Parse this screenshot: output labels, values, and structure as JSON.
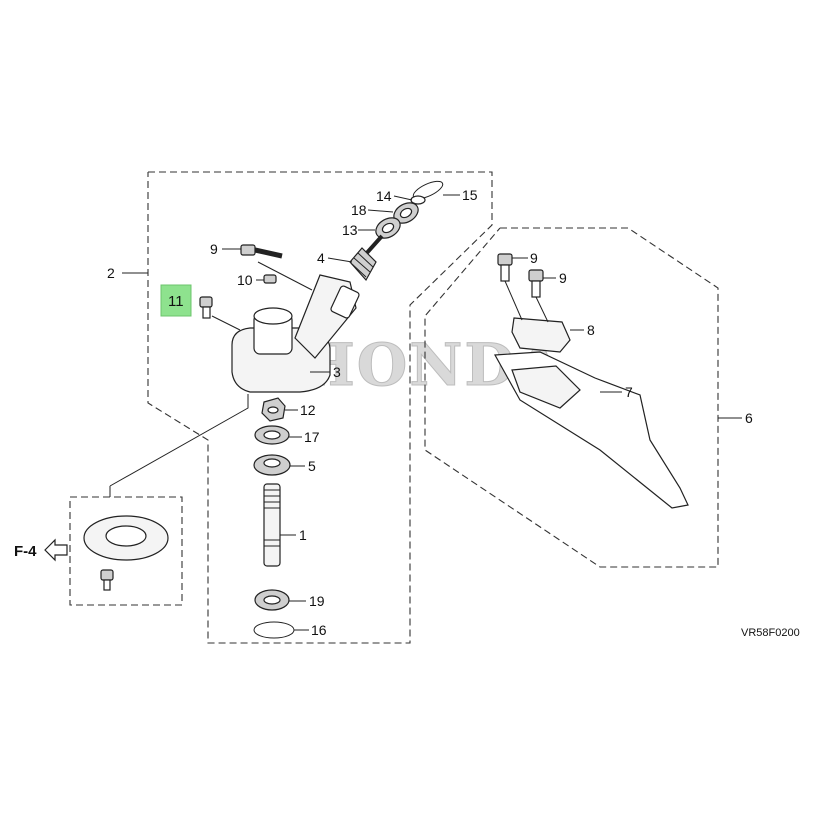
{
  "diagram": {
    "brand_watermark": "HONDA",
    "figure_code": "VR58F0200",
    "cross_reference": "F-4",
    "highlighted_part": "11",
    "highlight_color": "#8ee28e",
    "callouts": {
      "c1": "1",
      "c2": "2",
      "c3": "3",
      "c4": "4",
      "c5": "5",
      "c6": "6",
      "c7": "7",
      "c8": "8",
      "c9a": "9",
      "c9b": "9",
      "c9c": "9",
      "c10": "10",
      "c11": "11",
      "c12": "12",
      "c13": "13",
      "c14": "14",
      "c15": "15",
      "c16": "16",
      "c17": "17",
      "c18": "18",
      "c19": "19"
    }
  }
}
